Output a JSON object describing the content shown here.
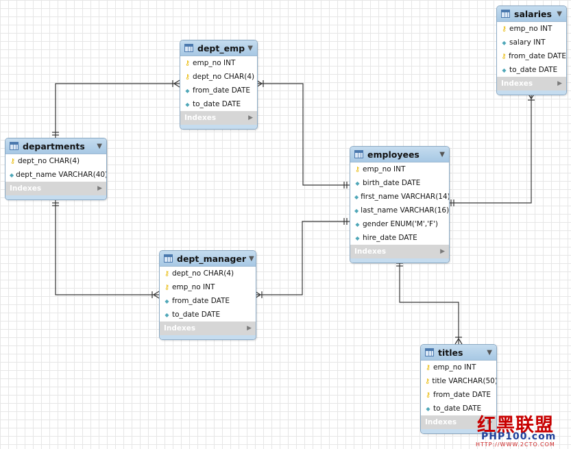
{
  "tables": {
    "salaries": {
      "name": "salaries",
      "columns": [
        {
          "label": "emp_no INT",
          "kind": "key"
        },
        {
          "label": "salary INT",
          "kind": "attr"
        },
        {
          "label": "from_date DATE",
          "kind": "key"
        },
        {
          "label": "to_date DATE",
          "kind": "attr"
        }
      ],
      "indexes_label": "Indexes"
    },
    "dept_emp": {
      "name": "dept_emp",
      "columns": [
        {
          "label": "emp_no INT",
          "kind": "key"
        },
        {
          "label": "dept_no CHAR(4)",
          "kind": "key"
        },
        {
          "label": "from_date DATE",
          "kind": "attr"
        },
        {
          "label": "to_date DATE",
          "kind": "attr"
        }
      ],
      "indexes_label": "Indexes"
    },
    "departments": {
      "name": "departments",
      "columns": [
        {
          "label": "dept_no CHAR(4)",
          "kind": "key"
        },
        {
          "label": "dept_name VARCHAR(40)",
          "kind": "attr"
        }
      ],
      "indexes_label": "Indexes"
    },
    "employees": {
      "name": "employees",
      "columns": [
        {
          "label": "emp_no INT",
          "kind": "key"
        },
        {
          "label": "birth_date DATE",
          "kind": "attr"
        },
        {
          "label": "first_name VARCHAR(14)",
          "kind": "attr"
        },
        {
          "label": "last_name VARCHAR(16)",
          "kind": "attr"
        },
        {
          "label": "gender ENUM('M','F')",
          "kind": "attr"
        },
        {
          "label": "hire_date DATE",
          "kind": "attr"
        }
      ],
      "indexes_label": "Indexes"
    },
    "dept_manager": {
      "name": "dept_manager",
      "columns": [
        {
          "label": "dept_no CHAR(4)",
          "kind": "key"
        },
        {
          "label": "emp_no INT",
          "kind": "key"
        },
        {
          "label": "from_date DATE",
          "kind": "attr"
        },
        {
          "label": "to_date DATE",
          "kind": "attr"
        }
      ],
      "indexes_label": "Indexes"
    },
    "titles": {
      "name": "titles",
      "columns": [
        {
          "label": "emp_no INT",
          "kind": "key"
        },
        {
          "label": "title VARCHAR(50)",
          "kind": "key"
        },
        {
          "label": "from_date DATE",
          "kind": "key"
        },
        {
          "label": "to_date DATE",
          "kind": "attr"
        }
      ],
      "indexes_label": "Indexes"
    }
  },
  "icons": {
    "key": "key-icon",
    "attr": "diamond-icon",
    "table": "table-icon",
    "collapse": "triangle-down-icon",
    "expand": "triangle-right-icon"
  },
  "colors": {
    "header": "#a7c8e4",
    "border": "#8aa9c4",
    "key": "#e8b800",
    "attr": "#4fa7b8",
    "indexes_bar": "#d6d6d6",
    "line": "#333333"
  },
  "relationships": [
    {
      "from": "departments",
      "to": "dept_emp",
      "from_card": "one",
      "to_card": "many"
    },
    {
      "from": "employees",
      "to": "dept_emp",
      "from_card": "one",
      "to_card": "many"
    },
    {
      "from": "departments",
      "to": "dept_manager",
      "from_card": "one",
      "to_card": "many"
    },
    {
      "from": "employees",
      "to": "dept_manager",
      "from_card": "one",
      "to_card": "many"
    },
    {
      "from": "employees",
      "to": "salaries",
      "from_card": "one",
      "to_card": "many"
    },
    {
      "from": "employees",
      "to": "titles",
      "from_card": "one",
      "to_card": "many"
    }
  ],
  "watermark": {
    "logo": "红黑联盟",
    "site": "PHP100.com",
    "url": "HTTP://WWW.2CTO.COM"
  }
}
